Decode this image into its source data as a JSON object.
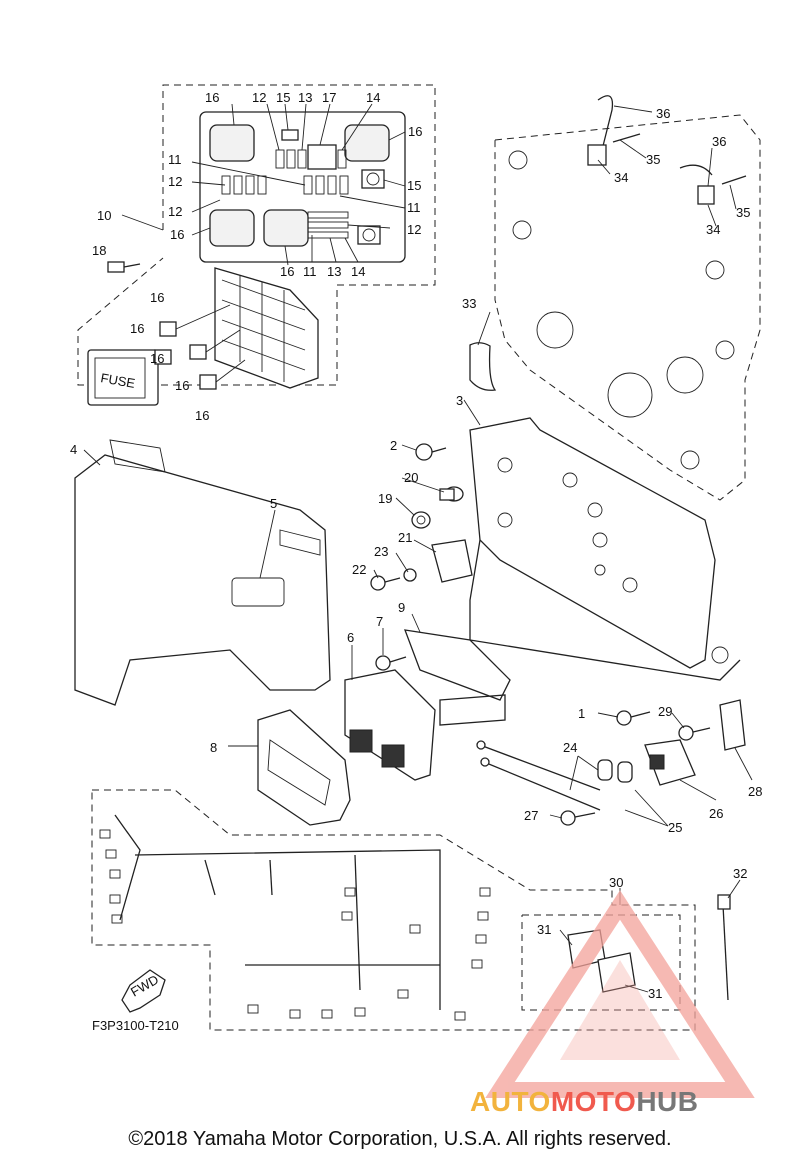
{
  "diagram": {
    "ref_code": "F3P3100-T210",
    "fwd_label": "FWD",
    "fuse_label": "FUSE",
    "callouts": [
      {
        "id": "c1",
        "label": "1"
      },
      {
        "id": "c2",
        "label": "2"
      },
      {
        "id": "c3",
        "label": "3"
      },
      {
        "id": "c4",
        "label": "4"
      },
      {
        "id": "c5",
        "label": "5"
      },
      {
        "id": "c6",
        "label": "6"
      },
      {
        "id": "c7",
        "label": "7"
      },
      {
        "id": "c8",
        "label": "8"
      },
      {
        "id": "c9",
        "label": "9"
      },
      {
        "id": "c10",
        "label": "10"
      },
      {
        "id": "c11a",
        "label": "11"
      },
      {
        "id": "c11b",
        "label": "11"
      },
      {
        "id": "c11c",
        "label": "11"
      },
      {
        "id": "c12a",
        "label": "12"
      },
      {
        "id": "c12b",
        "label": "12"
      },
      {
        "id": "c12c",
        "label": "12"
      },
      {
        "id": "c12d",
        "label": "12"
      },
      {
        "id": "c13a",
        "label": "13"
      },
      {
        "id": "c13b",
        "label": "13"
      },
      {
        "id": "c14a",
        "label": "14"
      },
      {
        "id": "c14b",
        "label": "14"
      },
      {
        "id": "c15a",
        "label": "15"
      },
      {
        "id": "c15b",
        "label": "15"
      },
      {
        "id": "c16a",
        "label": "16"
      },
      {
        "id": "c16b",
        "label": "16"
      },
      {
        "id": "c16c",
        "label": "16"
      },
      {
        "id": "c16d",
        "label": "16"
      },
      {
        "id": "c16e",
        "label": "16"
      },
      {
        "id": "c16f",
        "label": "16"
      },
      {
        "id": "c16g",
        "label": "16"
      },
      {
        "id": "c16h",
        "label": "16"
      },
      {
        "id": "c16i",
        "label": "16"
      },
      {
        "id": "c17",
        "label": "17"
      },
      {
        "id": "c18",
        "label": "18"
      },
      {
        "id": "c19",
        "label": "19"
      },
      {
        "id": "c20",
        "label": "20"
      },
      {
        "id": "c21",
        "label": "21"
      },
      {
        "id": "c22",
        "label": "22"
      },
      {
        "id": "c23",
        "label": "23"
      },
      {
        "id": "c24",
        "label": "24"
      },
      {
        "id": "c25",
        "label": "25"
      },
      {
        "id": "c26",
        "label": "26"
      },
      {
        "id": "c27",
        "label": "27"
      },
      {
        "id": "c28",
        "label": "28"
      },
      {
        "id": "c29",
        "label": "29"
      },
      {
        "id": "c30",
        "label": "30"
      },
      {
        "id": "c31a",
        "label": "31"
      },
      {
        "id": "c31b",
        "label": "31"
      },
      {
        "id": "c32",
        "label": "32"
      },
      {
        "id": "c33",
        "label": "33"
      },
      {
        "id": "c34a",
        "label": "34"
      },
      {
        "id": "c34b",
        "label": "34"
      },
      {
        "id": "c35a",
        "label": "35"
      },
      {
        "id": "c35b",
        "label": "35"
      },
      {
        "id": "c36a",
        "label": "36"
      },
      {
        "id": "c36b",
        "label": "36"
      }
    ]
  },
  "watermark": {
    "part1": "AUTO",
    "part2": "MOTO",
    "part3": "HUB",
    "colors": {
      "auto": "#f2b33d",
      "moto": "#f05a4e",
      "hub": "#777777",
      "triangle": "#f4a29a"
    }
  },
  "footer": {
    "copyright": "©2018 Yamaha Motor Corporation, U.S.A. All rights reserved."
  }
}
